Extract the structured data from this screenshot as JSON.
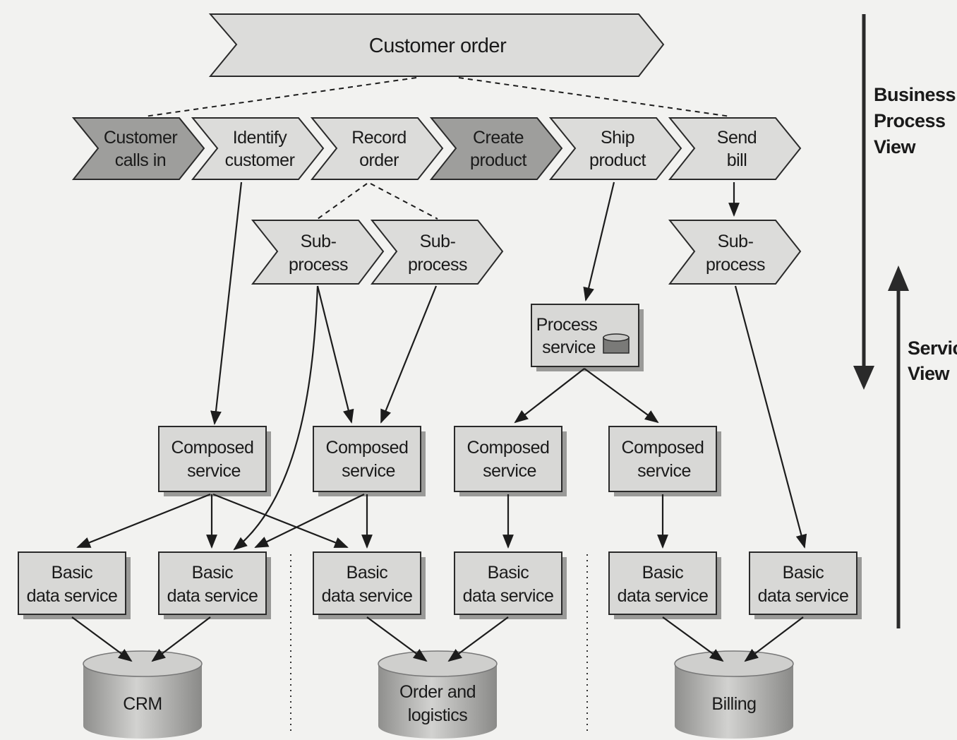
{
  "top": {
    "label": "Customer order"
  },
  "steps": [
    {
      "label_lines": [
        "Customer",
        "calls in"
      ],
      "style": "dark"
    },
    {
      "label_lines": [
        "Identify",
        "customer"
      ],
      "style": "light"
    },
    {
      "label_lines": [
        "Record",
        "order"
      ],
      "style": "light"
    },
    {
      "label_lines": [
        "Create",
        "product"
      ],
      "style": "dark"
    },
    {
      "label_lines": [
        "Ship",
        "product"
      ],
      "style": "light"
    },
    {
      "label_lines": [
        "Send",
        "bill"
      ],
      "style": "light"
    }
  ],
  "subprocesses": [
    {
      "label_lines": [
        "Sub-",
        "process"
      ]
    },
    {
      "label_lines": [
        "Sub-",
        "process"
      ]
    },
    {
      "label_lines": [
        "Sub-",
        "process"
      ]
    }
  ],
  "process_service": {
    "label_lines": [
      "Process",
      "service"
    ]
  },
  "composed_services": [
    {
      "label_lines": [
        "Composed",
        "service"
      ]
    },
    {
      "label_lines": [
        "Composed",
        "service"
      ]
    },
    {
      "label_lines": [
        "Composed",
        "service"
      ]
    },
    {
      "label_lines": [
        "Composed",
        "service"
      ]
    }
  ],
  "basic_services": [
    {
      "label_lines": [
        "Basic",
        "data service"
      ]
    },
    {
      "label_lines": [
        "Basic",
        "data service"
      ]
    },
    {
      "label_lines": [
        "Basic",
        "data service"
      ]
    },
    {
      "label_lines": [
        "Basic",
        "data service"
      ]
    },
    {
      "label_lines": [
        "Basic",
        "data service"
      ]
    },
    {
      "label_lines": [
        "Basic",
        "data service"
      ]
    }
  ],
  "databases": [
    {
      "label_lines": [
        "CRM"
      ]
    },
    {
      "label_lines": [
        "Order and",
        "logistics"
      ]
    },
    {
      "label_lines": [
        "Billing"
      ]
    }
  ],
  "side_labels": {
    "business_view": [
      "Business",
      "Process",
      "View"
    ],
    "service_view": [
      "Servic",
      "View"
    ]
  },
  "colors": {
    "box_fill": "#d8d8d6",
    "dark_chevron": "#9e9e9c",
    "light_chevron": "#dcdcda",
    "cylinder": "#b5b5b3"
  }
}
